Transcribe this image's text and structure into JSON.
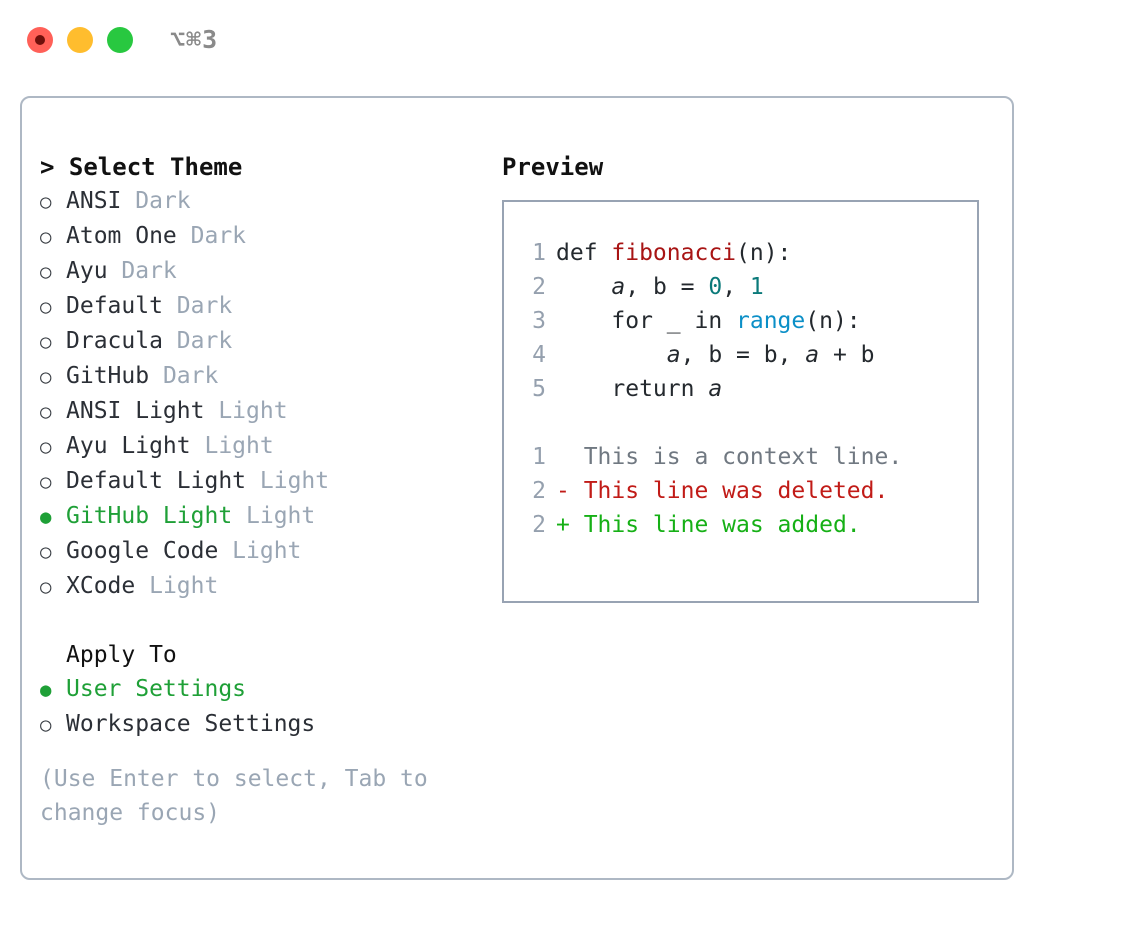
{
  "window": {
    "shortcut": "⌥⌘3",
    "traffic_lights": [
      {
        "name": "close",
        "color": "#ff6058"
      },
      {
        "name": "minimize",
        "color": "#ffbd2e"
      },
      {
        "name": "zoom",
        "color": "#28c840"
      }
    ]
  },
  "theme_selector": {
    "header": "> Select Theme",
    "items": [
      {
        "bullet": "○",
        "name": "ANSI",
        "tag": "Dark",
        "selected": false
      },
      {
        "bullet": "○",
        "name": "Atom One",
        "tag": "Dark",
        "selected": false
      },
      {
        "bullet": "○",
        "name": "Ayu",
        "tag": "Dark",
        "selected": false
      },
      {
        "bullet": "○",
        "name": "Default",
        "tag": "Dark",
        "selected": false
      },
      {
        "bullet": "○",
        "name": "Dracula",
        "tag": "Dark",
        "selected": false
      },
      {
        "bullet": "○",
        "name": "GitHub",
        "tag": "Dark",
        "selected": false
      },
      {
        "bullet": "○",
        "name": "ANSI Light",
        "tag": "Light",
        "selected": false
      },
      {
        "bullet": "○",
        "name": "Ayu Light",
        "tag": "Light",
        "selected": false
      },
      {
        "bullet": "○",
        "name": "Default Light",
        "tag": "Light",
        "selected": false
      },
      {
        "bullet": "●",
        "name": "GitHub Light",
        "tag": "Light",
        "selected": true
      },
      {
        "bullet": "○",
        "name": "Google Code",
        "tag": "Light",
        "selected": false
      },
      {
        "bullet": "○",
        "name": "XCode",
        "tag": "Light",
        "selected": false
      }
    ]
  },
  "apply_to": {
    "header": "Apply To",
    "options": [
      {
        "bullet": "●",
        "label": "User Settings",
        "selected": true
      },
      {
        "bullet": "○",
        "label": "Workspace Settings",
        "selected": false
      }
    ]
  },
  "hint": "(Use Enter to select, Tab to change focus)",
  "preview": {
    "title": "Preview",
    "code_lines": [
      {
        "n": "1",
        "tokens": [
          {
            "t": "def ",
            "c": "tok-def"
          },
          {
            "t": "fibonacci",
            "c": "tok-fn"
          },
          {
            "t": "(n):",
            "c": "tok-def"
          }
        ]
      },
      {
        "n": "2",
        "tokens": [
          {
            "t": "    ",
            "c": "tok-def"
          },
          {
            "t": "a",
            "c": "tok-var"
          },
          {
            "t": ", ",
            "c": "tok-def"
          },
          {
            "t": "b",
            "c": "tok-def"
          },
          {
            "t": " = ",
            "c": "tok-def"
          },
          {
            "t": "0",
            "c": "tok-num"
          },
          {
            "t": ", ",
            "c": "tok-def"
          },
          {
            "t": "1",
            "c": "tok-num"
          }
        ]
      },
      {
        "n": "3",
        "tokens": [
          {
            "t": "    for _ in ",
            "c": "tok-def"
          },
          {
            "t": "range",
            "c": "tok-call"
          },
          {
            "t": "(n):",
            "c": "tok-def"
          }
        ]
      },
      {
        "n": "4",
        "tokens": [
          {
            "t": "        ",
            "c": "tok-def"
          },
          {
            "t": "a",
            "c": "tok-var"
          },
          {
            "t": ", b = b, ",
            "c": "tok-def"
          },
          {
            "t": "a",
            "c": "tok-var"
          },
          {
            "t": " + b",
            "c": "tok-def"
          }
        ]
      },
      {
        "n": "5",
        "tokens": [
          {
            "t": "    return ",
            "c": "tok-def"
          },
          {
            "t": "a",
            "c": "tok-var"
          }
        ]
      }
    ],
    "diff_lines": [
      {
        "n": "1",
        "marker": "  ",
        "text": "This is a context line.",
        "kind": "diff-ctx"
      },
      {
        "n": "2",
        "marker": "- ",
        "text": "This line was deleted.",
        "kind": "diff-del"
      },
      {
        "n": "2",
        "marker": "+ ",
        "text": "This line was added.",
        "kind": "diff-add"
      }
    ]
  },
  "colors": {
    "accent_green": "#1fa037",
    "muted": "#9aa6b4",
    "border": "#aeb8c4",
    "preview_border": "#98a3b3",
    "fn_red": "#a81414",
    "number_teal": "#0b7a7a",
    "call_blue": "#0b8fc7",
    "diff_delete": "#c11b17",
    "diff_add": "#16b016"
  }
}
